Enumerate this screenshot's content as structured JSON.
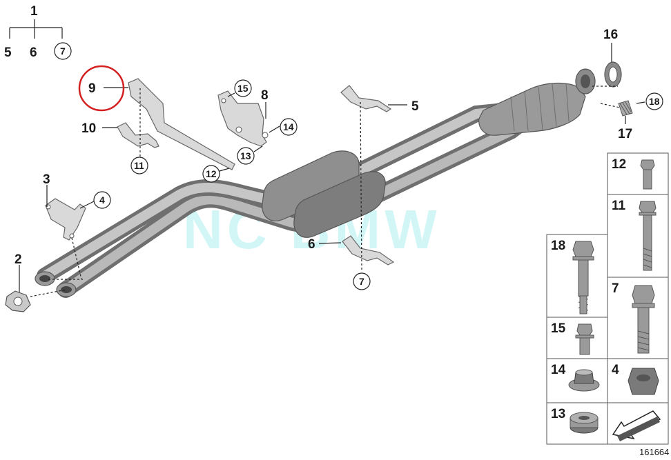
{
  "diagram": {
    "reference_number": "161664",
    "watermark": "NC BMW",
    "highlight_color": "#d42020",
    "pipe_color": "#8c8c8c",
    "tree": {
      "root": "1",
      "children": [
        "5",
        "6",
        "7"
      ]
    },
    "labels": {
      "l1": "1",
      "l5top": "5",
      "l6top": "6",
      "l7top": "7",
      "l9": "9",
      "l10": "10",
      "l11": "11",
      "l15": "15",
      "l8": "8",
      "l14": "14",
      "l13": "13",
      "l12": "12",
      "l3": "3",
      "l4": "4",
      "l2": "2",
      "l6": "6",
      "l7": "7",
      "l5": "5",
      "l16": "16",
      "l18": "18",
      "l17": "17"
    },
    "grid_cells": {
      "g12": "12",
      "g11": "11",
      "g18": "18",
      "g7": "7",
      "g15": "15",
      "g14": "14",
      "g4": "4",
      "g13": "13"
    }
  }
}
